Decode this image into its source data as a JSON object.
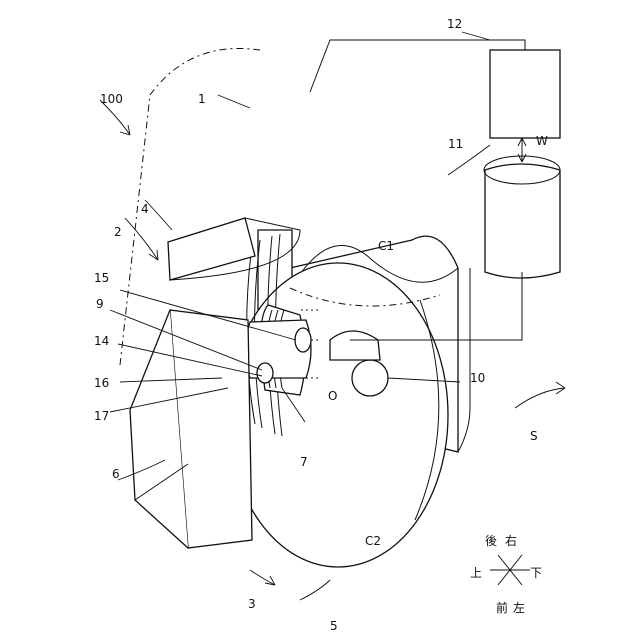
{
  "figure": {
    "reference_labels": {
      "assembly": "100",
      "ref_1": "1",
      "ref_2": "2",
      "ref_3": "3",
      "ref_4": "4",
      "ref_5": "5",
      "ref_6": "6",
      "ref_7": "7",
      "ref_9": "9",
      "ref_10": "10",
      "ref_11": "11",
      "ref_12": "12",
      "ref_14": "14",
      "ref_15": "15",
      "ref_16": "16",
      "ref_17": "17",
      "space": "S"
    },
    "axis_labels": {
      "c1": "C1",
      "c2": "C2",
      "origin": "O",
      "signal": "W"
    },
    "direction_legend": {
      "up": "上",
      "down": "下",
      "front": "前",
      "rear": "後",
      "left": "左",
      "right": "右"
    }
  }
}
